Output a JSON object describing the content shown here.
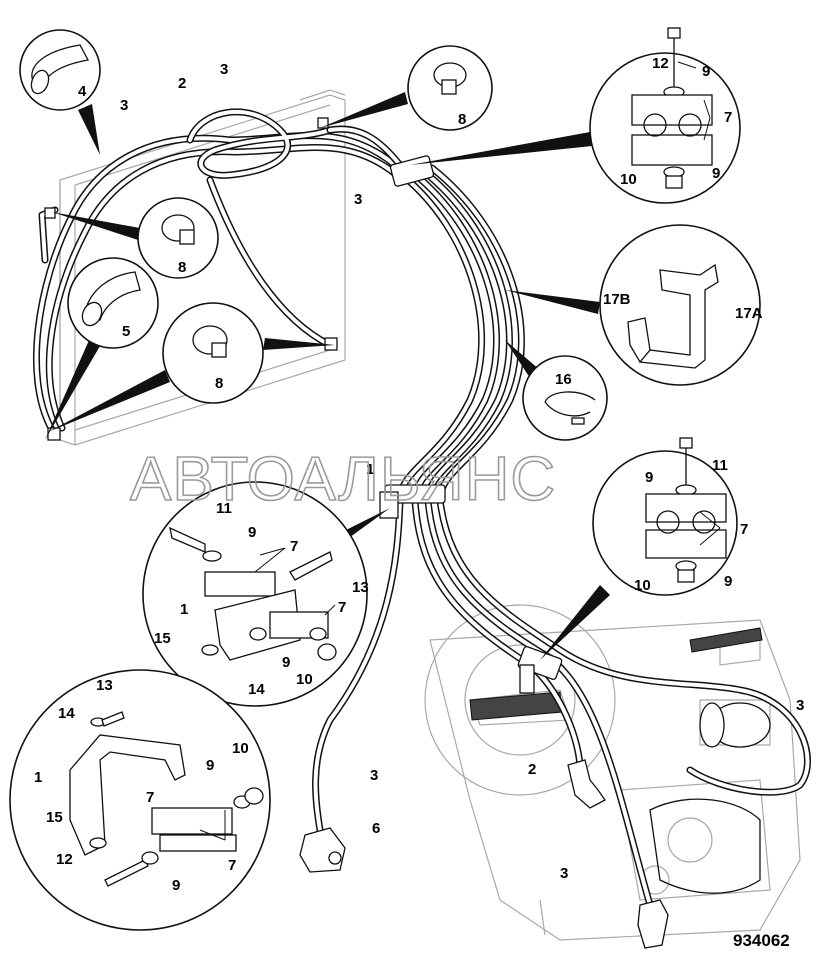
{
  "drawing_number": "934062",
  "watermark": "АВТОАЛЬЯНС",
  "callouts": {
    "c4": "4",
    "c2": "2",
    "c3a": "3",
    "c3b": "3",
    "c8a": "8",
    "c8b": "8",
    "c5": "5",
    "c8c": "8",
    "c3c": "3",
    "c12a": "12",
    "c9a": "9",
    "c7a": "7",
    "c10a": "10",
    "c9b": "9",
    "c17b": "17B",
    "c17a": "17A",
    "c16": "16",
    "c1a": "1",
    "c11a": "11",
    "c9c": "9",
    "c7b": "7",
    "c13a": "13",
    "c1b": "1",
    "c7c": "7",
    "c15a": "15",
    "c9d": "9",
    "c14a": "14",
    "c10b": "10",
    "c9e": "9",
    "c11b": "11",
    "c7d": "7",
    "c10c": "10",
    "c9f": "9",
    "c13b": "13",
    "c14b": "14",
    "c10d": "10",
    "c9g": "9",
    "c1c": "1",
    "c7e": "7",
    "c15b": "15",
    "c12b": "12",
    "c9h": "9",
    "c7f": "7",
    "c3d": "3",
    "c6": "6",
    "c3e": "3",
    "c2b": "2",
    "c3f": "3"
  }
}
